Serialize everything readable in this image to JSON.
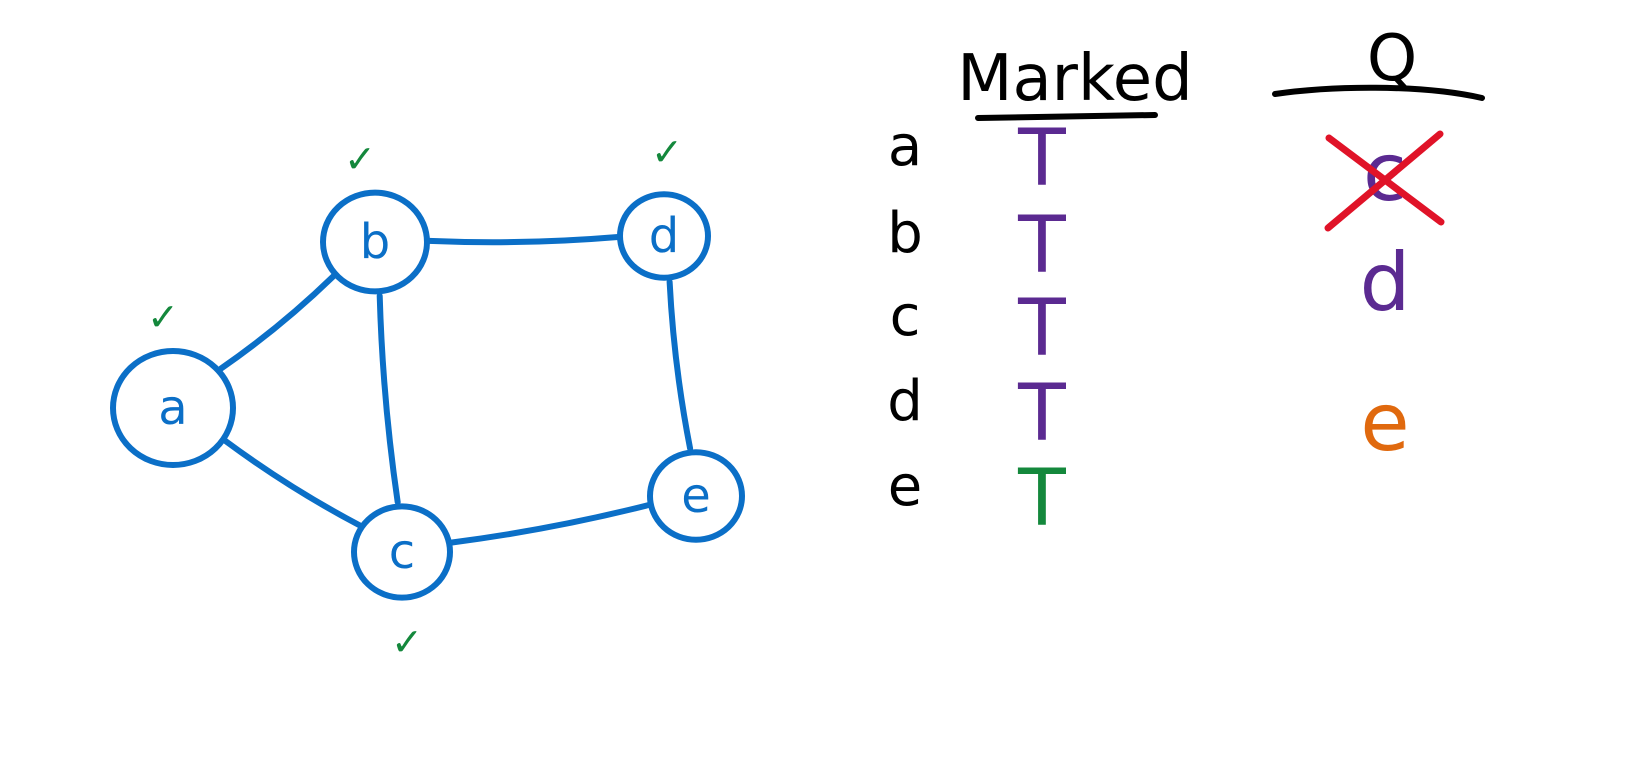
{
  "graph": {
    "nodes": [
      {
        "id": "a",
        "label": "a",
        "checked": true
      },
      {
        "id": "b",
        "label": "b",
        "checked": true
      },
      {
        "id": "c",
        "label": "c",
        "checked": true
      },
      {
        "id": "d",
        "label": "d",
        "checked": true
      },
      {
        "id": "e",
        "label": "e",
        "checked": true
      }
    ],
    "edges": [
      [
        "a",
        "b"
      ],
      [
        "a",
        "c"
      ],
      [
        "b",
        "d"
      ],
      [
        "b",
        "c"
      ],
      [
        "d",
        "e"
      ],
      [
        "c",
        "e"
      ]
    ],
    "check_mark": "✓"
  },
  "marked_table": {
    "header": "Marked",
    "rows": [
      {
        "node": "a",
        "value": "T",
        "color": "#5b2a91"
      },
      {
        "node": "b",
        "value": "T",
        "color": "#5b2a91"
      },
      {
        "node": "c",
        "value": "T",
        "color": "#5b2a91"
      },
      {
        "node": "d",
        "value": "T",
        "color": "#5b2a91"
      },
      {
        "node": "e",
        "value": "T",
        "color": "#14883c"
      }
    ]
  },
  "queue": {
    "header": "Q",
    "items": [
      {
        "label": "c",
        "color": "#5b2a91",
        "crossed": true
      },
      {
        "label": "d",
        "color": "#5b2a91",
        "crossed": false
      },
      {
        "label": "e",
        "color": "#e0690e",
        "crossed": false
      }
    ]
  },
  "colors": {
    "graph": "#0b6fc7",
    "check": "#14883c",
    "ink": "#000000",
    "cross": "#e01328"
  }
}
